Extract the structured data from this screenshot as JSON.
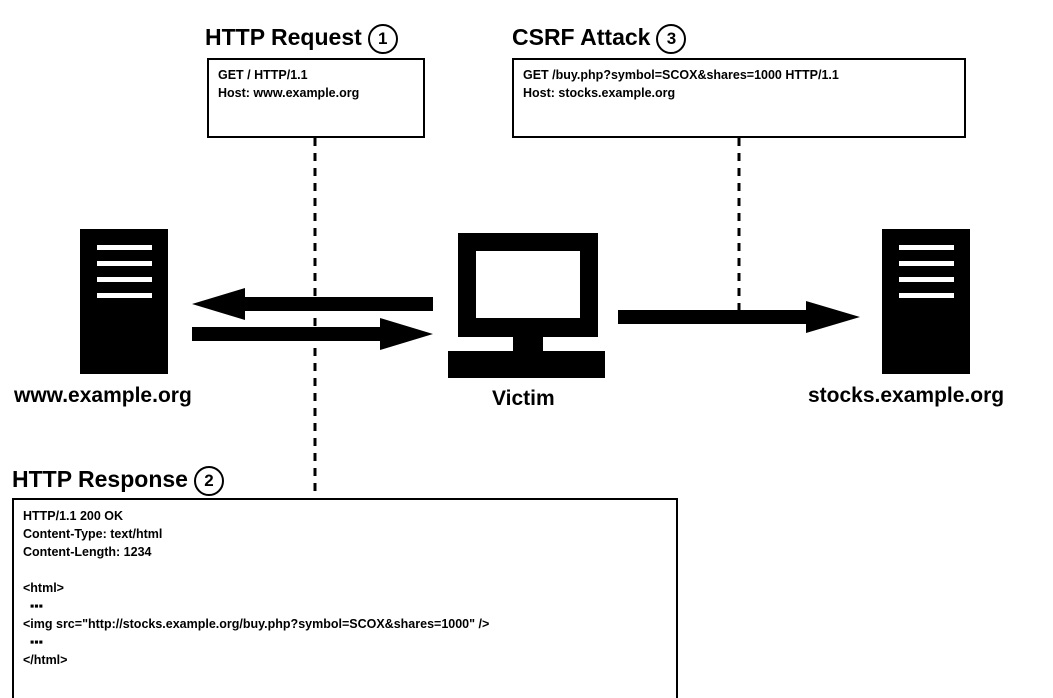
{
  "request": {
    "title": "HTTP Request",
    "number": "1",
    "lines": [
      "GET / HTTP/1.1",
      "Host: www.example.org"
    ]
  },
  "attack": {
    "title": "CSRF Attack",
    "number": "3",
    "lines": [
      "GET /buy.php?symbol=SCOX&shares=1000 HTTP/1.1",
      "Host: stocks.example.org"
    ]
  },
  "response": {
    "title": "HTTP Response",
    "number": "2",
    "lines": [
      "HTTP/1.1 200 OK",
      "Content-Type: text/html",
      "Content-Length: 1234",
      "",
      "<html>",
      "  ▪▪▪",
      "<img src=\"http://stocks.example.org/buy.php?symbol=SCOX&shares=1000\" />",
      "  ▪▪▪",
      "</html>"
    ]
  },
  "nodes": {
    "left_server": "www.example.org",
    "victim": "Victim",
    "right_server": "stocks.example.org"
  },
  "icons": {
    "left_server": "server-icon",
    "victim": "computer-monitor-icon",
    "right_server": "server-icon"
  },
  "colors": {
    "ink": "#000000",
    "background": "#ffffff"
  }
}
